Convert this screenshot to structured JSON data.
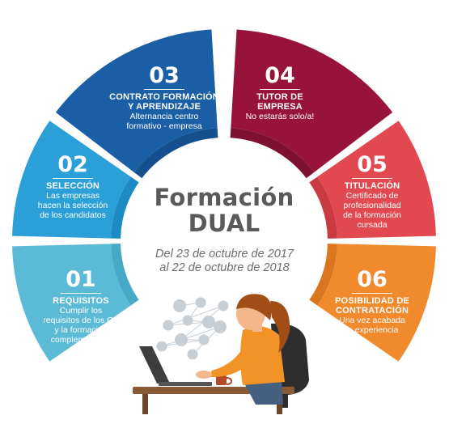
{
  "title": {
    "line1": "Formación",
    "line2": "DUAL"
  },
  "dates": {
    "line1": "Del 23 de octubre de 2017",
    "line2": "al 22 de octubre de 2018"
  },
  "segments": [
    {
      "number": "01",
      "title": [
        "REQUISITOS"
      ],
      "desc": [
        "Cumplir los",
        "requisitos de los CP",
        "y la formación",
        "complementaria"
      ],
      "color": "#5bbad5"
    },
    {
      "number": "02",
      "title": [
        "SELECCIÓN"
      ],
      "desc": [
        "Las empresas",
        "hacen la selección",
        "de los candidatos"
      ],
      "color": "#2a9fd8"
    },
    {
      "number": "03",
      "title": [
        "CONTRATO FORMACIÓN",
        "Y APRENDIZAJE"
      ],
      "desc": [
        "Alternancia centro",
        "formativo - empresa"
      ],
      "color": "#1a5ea6"
    },
    {
      "number": "04",
      "title": [
        "TUTOR DE",
        "EMPRESA"
      ],
      "desc": [
        "No estarás solo/a!"
      ],
      "color": "#98133c"
    },
    {
      "number": "05",
      "title": [
        "TITULACIÓN"
      ],
      "desc": [
        "Certificado de",
        "profesionalidad",
        "de la formación",
        "cursada"
      ],
      "color": "#e2484f"
    },
    {
      "number": "06",
      "title": [
        "POSIBILIDAD DE",
        "CONTRATACIÓN"
      ],
      "desc": [
        "Una vez acabada",
        "la experiencia"
      ],
      "color": "#f08a2d"
    }
  ],
  "inner_ring_colors": [
    "#45a9c7",
    "#1d8bc3",
    "#154f8e",
    "#7e1032",
    "#c93a42",
    "#d9761f"
  ],
  "illustration": {
    "icons": [
      "cloud-icon",
      "chat-icon",
      "wifi-icon",
      "email-icon",
      "gear-icon",
      "download-icon",
      "document-icon",
      "tools-icon",
      "image-icon",
      "chart-icon",
      "clipboard-icon"
    ],
    "colors": {
      "hair": "#a04e16",
      "skin": "#f3b78b",
      "shirt": "#f29328",
      "pants": "#46617f",
      "desk": "#8a5a35",
      "chair": "#2e2e2e",
      "laptop": "#3d3d3d",
      "mug": "#b54a2b",
      "icons": "#c7ced4"
    }
  }
}
